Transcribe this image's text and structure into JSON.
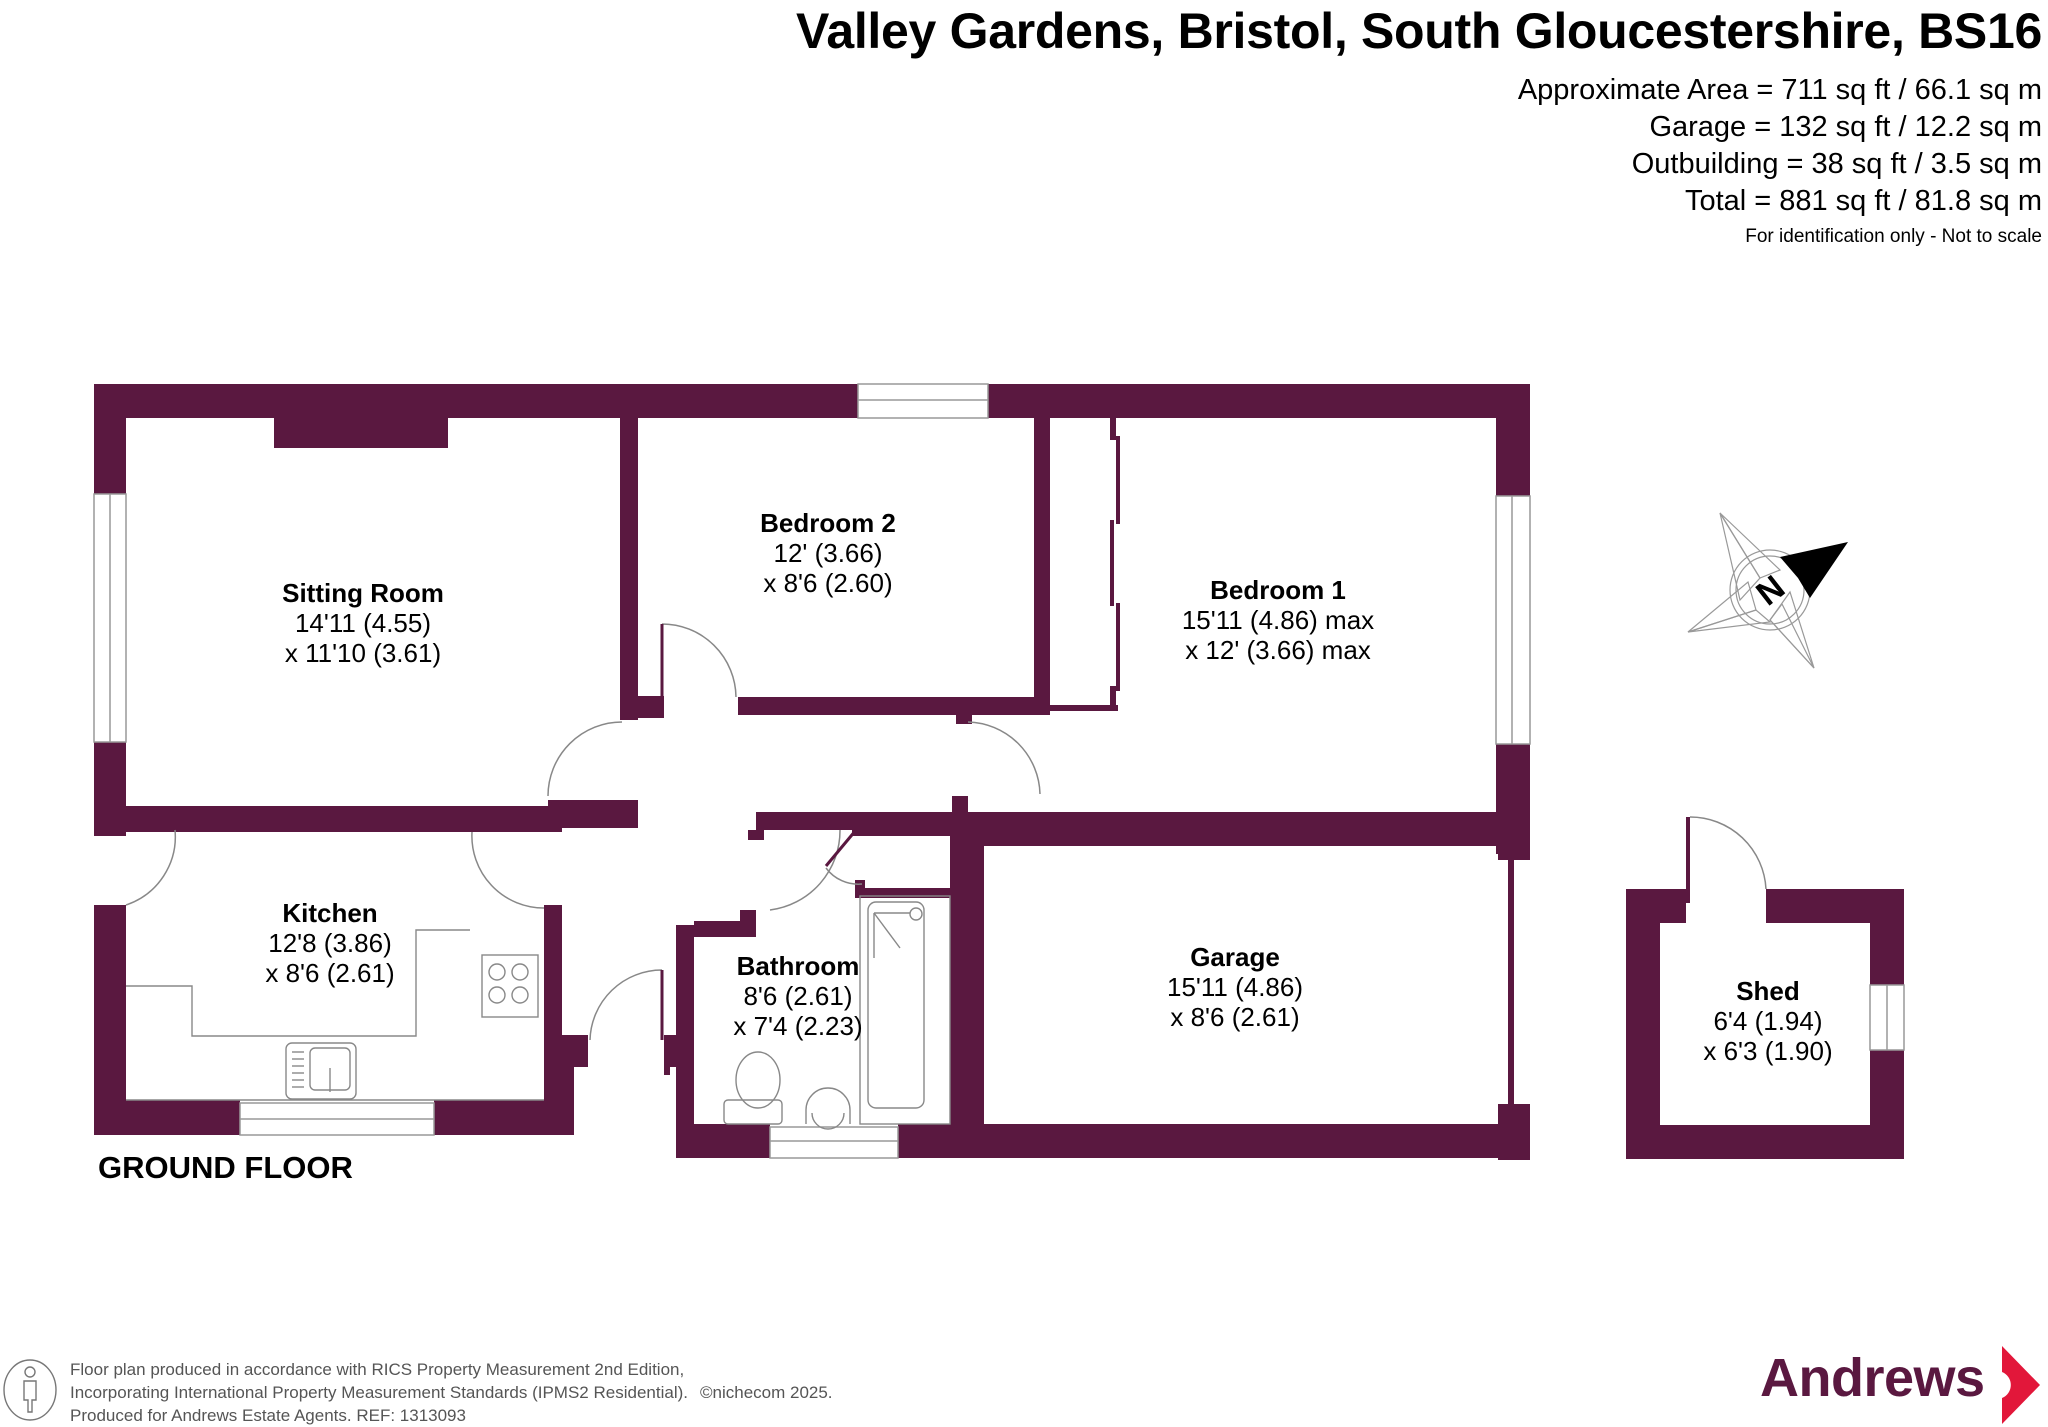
{
  "header": {
    "title": "Valley Gardens, Bristol, South Gloucestershire, BS16",
    "areas": [
      "Approximate Area = 711 sq ft / 66.1 sq m",
      "Garage = 132 sq ft / 12.2 sq m",
      "Outbuilding = 38 sq ft / 3.5 sq m",
      "Total = 881 sq ft / 81.8 sq m"
    ],
    "note": "For identification only - Not to scale"
  },
  "colors": {
    "wall": "#5a1840",
    "door_arc": "#888888",
    "brand_text": "#5a1840",
    "brand_arrow": "#e2173a"
  },
  "plan": {
    "floor_label": "GROUND FLOOR",
    "rooms": [
      {
        "name": "Sitting Room",
        "dim1": "14'11 (4.55)",
        "dim2": "x 11'10 (3.61)"
      },
      {
        "name": "Bedroom 2",
        "dim1": "12' (3.66)",
        "dim2": "x 8'6 (2.60)"
      },
      {
        "name": "Bedroom 1",
        "dim1": "15'11 (4.86) max",
        "dim2": "x 12' (3.66) max"
      },
      {
        "name": "Kitchen",
        "dim1": "12'8 (3.86)",
        "dim2": "x 8'6 (2.61)"
      },
      {
        "name": "Bathroom",
        "dim1": "8'6 (2.61)",
        "dim2": "x 7'4 (2.23)"
      },
      {
        "name": "Garage",
        "dim1": "15'11 (4.86)",
        "dim2": "x 8'6 (2.61)"
      },
      {
        "name": "Shed",
        "dim1": "6'4 (1.94)",
        "dim2": "x 6'3 (1.90)"
      }
    ],
    "compass_label": "N"
  },
  "footer": {
    "lines": [
      "Floor plan produced in accordance with RICS Property Measurement 2nd Edition,",
      "Incorporating International Property Measurement Standards (IPMS2 Residential).",
      "Produced for Andrews Estate Agents.   REF: 1313093"
    ],
    "copyright": "©nichecom 2025.",
    "brand": "Andrews"
  }
}
